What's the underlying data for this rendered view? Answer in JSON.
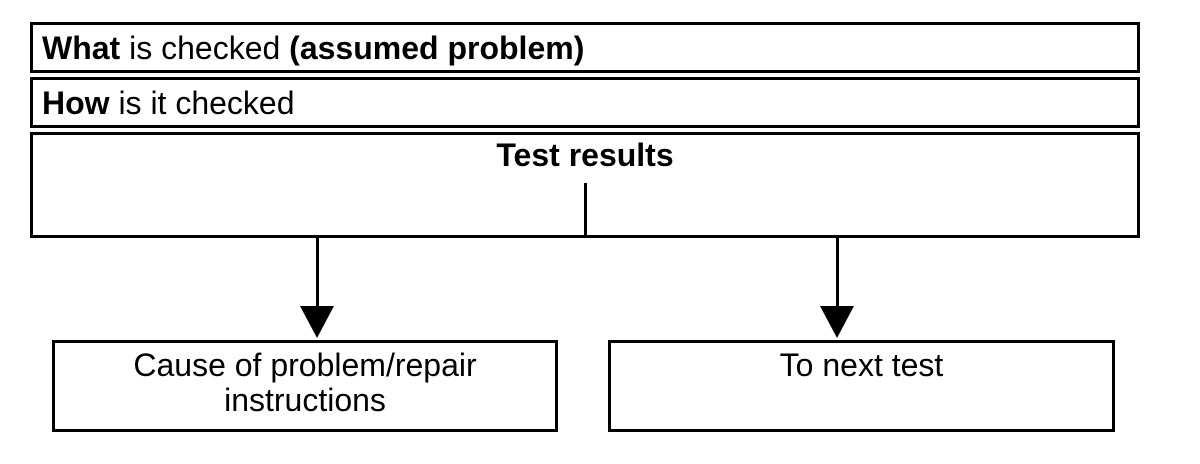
{
  "colors": {
    "ink": "#000000",
    "background": "#ffffff"
  },
  "flow": {
    "what_row": {
      "bold_lead": "What",
      "regular_mid": " is checked ",
      "bold_tail": "(assumed problem)"
    },
    "how_row": {
      "bold_lead": "How",
      "regular_tail": " is it checked"
    },
    "results_row": {
      "title": "Test results"
    },
    "outcome_left": {
      "lines": [
        "Cause of problem/repair",
        "instructions"
      ]
    },
    "outcome_right": {
      "label": "To next test"
    }
  }
}
